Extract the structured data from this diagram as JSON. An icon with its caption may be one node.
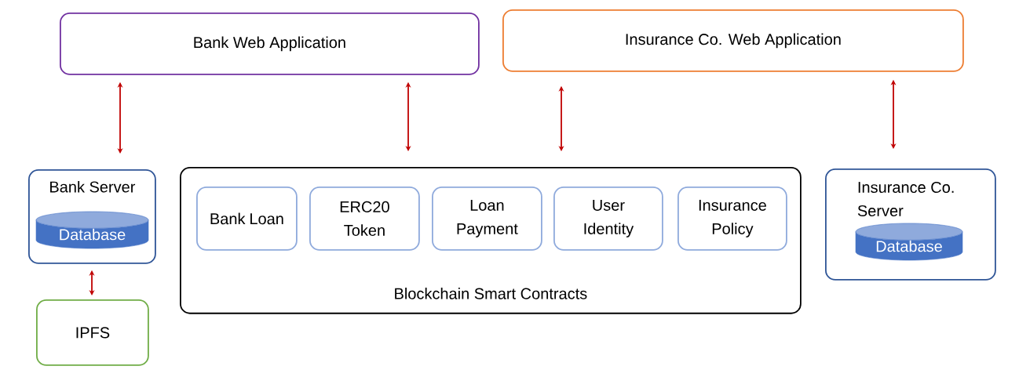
{
  "diagram": {
    "nodes": [
      {
        "text": [
          "Bank Web Application"
        ]
      },
      {
        "text": [
          "Insurance Co. Web Application"
        ]
      },
      {
        "text": [
          "Bank Server"
        ]
      },
      {
        "text": [
          "Database"
        ],
        "in": 2
      },
      {
        "text": [
          "Blockchain Smart Contracts"
        ]
      },
      {
        "text": [
          "Bank Loan"
        ],
        "in": 4
      },
      {
        "text": [
          "ERC20 Token"
        ],
        "in": 4
      },
      {
        "text": [
          "Loan Payment"
        ],
        "in": 4
      },
      {
        "text": [
          "User Identity"
        ],
        "in": 4
      },
      {
        "text": [
          "Insurance Policy"
        ],
        "in": 4
      },
      {
        "text": [
          "Insurance Co. Server"
        ]
      },
      {
        "text": [
          "Database"
        ],
        "in": 10
      },
      {
        "text": [
          "IPFS"
        ]
      }
    ],
    "edges": [
      {
        "from": 0,
        "to": 2,
        "arrow": "both"
      },
      {
        "from": 0,
        "to": 4,
        "arrow": "both"
      },
      {
        "from": 1,
        "to": 4,
        "arrow": "both"
      },
      {
        "from": 1,
        "to": 10,
        "arrow": "both"
      },
      {
        "from": 2,
        "to": 12,
        "arrow": "both"
      }
    ]
  }
}
